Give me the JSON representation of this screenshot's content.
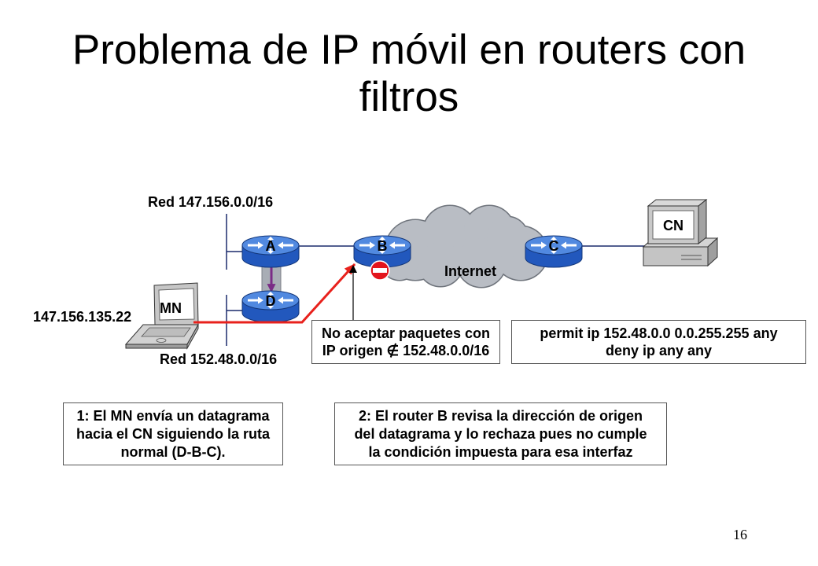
{
  "slide": {
    "title": [
      "Problema de IP móvil en routers con",
      "filtros"
    ],
    "page_number": "16"
  },
  "diagram": {
    "upper_network_label": "Red 147.156.0.0/16",
    "lower_network_label": "Red 152.48.0.0/16",
    "mn_ip_address": "147.156.135.22",
    "routers": [
      "A",
      "B",
      "C",
      "D"
    ],
    "internet_label": "Internet",
    "correspondent_node_label": "CN",
    "mobile_node_label": "MN",
    "icons": {
      "router": "router-icon",
      "internet": "cloud-icon",
      "mobile_node": "laptop-icon",
      "correspondent_node": "desktop-computer-icon",
      "blocked": "no-entry-icon"
    }
  },
  "callouts": {
    "filter_rule": [
      "No aceptar paquetes con",
      "IP origen ∉ 152.48.0.0/16"
    ],
    "acl": [
      "permit ip 152.48.0.0 0.0.255.255 any",
      "deny ip any any"
    ],
    "step1": [
      "1: El MN envía un datagrama",
      "hacia el CN siguiendo la ruta",
      "normal (D-B-C)."
    ],
    "step2": [
      "2: El router B revisa la dirección de origen",
      "del datagrama y lo rechaza pues no cumple",
      "la condición impuesta para esa interfaz"
    ]
  },
  "colors": {
    "router_top": "#5189e0",
    "router_body": "#2258bd",
    "data_path": "#e8211c",
    "tunnel_arrow": "#7a2c86",
    "cloud": "#b9bdc4",
    "no_entry": "#e3141c"
  }
}
